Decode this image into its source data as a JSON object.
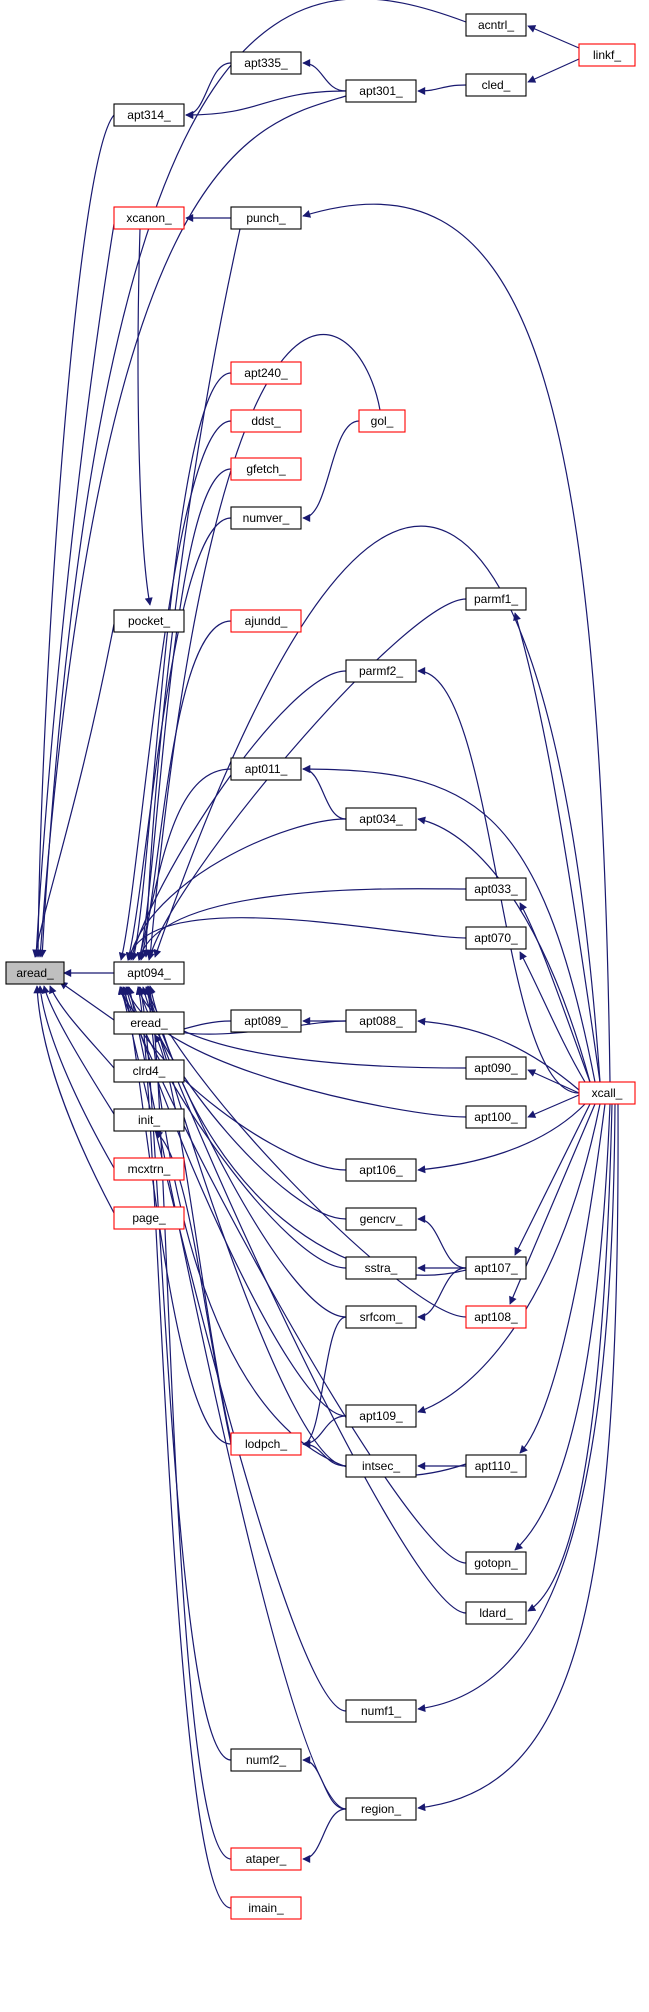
{
  "colors": {
    "edge": "#191970",
    "normal_border": "#000000",
    "truncated_border": "#ff0000",
    "root_fill": "#bfbfbf",
    "fill": "#ffffff"
  },
  "nodes": [
    {
      "id": "aread",
      "label": "aread_",
      "style": "root"
    },
    {
      "id": "acntrl",
      "label": "acntrl_",
      "style": "normal"
    },
    {
      "id": "linkf",
      "label": "linkf_",
      "style": "truncated"
    },
    {
      "id": "apt335",
      "label": "apt335_",
      "style": "normal"
    },
    {
      "id": "apt314",
      "label": "apt314_",
      "style": "normal"
    },
    {
      "id": "apt301",
      "label": "apt301_",
      "style": "normal"
    },
    {
      "id": "cled",
      "label": "cled_",
      "style": "normal"
    },
    {
      "id": "xcanon",
      "label": "xcanon_",
      "style": "truncated"
    },
    {
      "id": "punch",
      "label": "punch_",
      "style": "normal"
    },
    {
      "id": "apt240",
      "label": "apt240_",
      "style": "truncated"
    },
    {
      "id": "ddst",
      "label": "ddst_",
      "style": "truncated"
    },
    {
      "id": "gol",
      "label": "gol_",
      "style": "truncated"
    },
    {
      "id": "gfetch",
      "label": "gfetch_",
      "style": "truncated"
    },
    {
      "id": "numver",
      "label": "numver_",
      "style": "normal"
    },
    {
      "id": "parmf1",
      "label": "parmf1_",
      "style": "normal"
    },
    {
      "id": "pocket",
      "label": "pocket_",
      "style": "normal"
    },
    {
      "id": "ajundd",
      "label": "ajundd_",
      "style": "truncated"
    },
    {
      "id": "parmf2",
      "label": "parmf2_",
      "style": "normal"
    },
    {
      "id": "apt011",
      "label": "apt011_",
      "style": "normal"
    },
    {
      "id": "apt034",
      "label": "apt034_",
      "style": "normal"
    },
    {
      "id": "apt033",
      "label": "apt033_",
      "style": "normal"
    },
    {
      "id": "apt070",
      "label": "apt070_",
      "style": "normal"
    },
    {
      "id": "apt094",
      "label": "apt094_",
      "style": "normal"
    },
    {
      "id": "apt089",
      "label": "apt089_",
      "style": "normal"
    },
    {
      "id": "apt088",
      "label": "apt088_",
      "style": "normal"
    },
    {
      "id": "eread",
      "label": "eread_",
      "style": "normal"
    },
    {
      "id": "apt090",
      "label": "apt090_",
      "style": "normal"
    },
    {
      "id": "xcall",
      "label": "xcall_",
      "style": "truncated"
    },
    {
      "id": "clrd4",
      "label": "clrd4_",
      "style": "normal"
    },
    {
      "id": "apt100",
      "label": "apt100_",
      "style": "normal"
    },
    {
      "id": "init",
      "label": "init_",
      "style": "normal"
    },
    {
      "id": "apt106",
      "label": "apt106_",
      "style": "normal"
    },
    {
      "id": "mcxtrn",
      "label": "mcxtrn_",
      "style": "truncated"
    },
    {
      "id": "gencrv",
      "label": "gencrv_",
      "style": "normal"
    },
    {
      "id": "page",
      "label": "page_",
      "style": "truncated"
    },
    {
      "id": "sstra",
      "label": "sstra_",
      "style": "normal"
    },
    {
      "id": "apt107",
      "label": "apt107_",
      "style": "normal"
    },
    {
      "id": "srfcom",
      "label": "srfcom_",
      "style": "normal"
    },
    {
      "id": "apt108",
      "label": "apt108_",
      "style": "truncated"
    },
    {
      "id": "apt109",
      "label": "apt109_",
      "style": "normal"
    },
    {
      "id": "lodpch",
      "label": "lodpch_",
      "style": "truncated"
    },
    {
      "id": "intsec",
      "label": "intsec_",
      "style": "normal"
    },
    {
      "id": "apt110",
      "label": "apt110_",
      "style": "normal"
    },
    {
      "id": "gotopn",
      "label": "gotopn_",
      "style": "normal"
    },
    {
      "id": "ldard",
      "label": "ldard_",
      "style": "normal"
    },
    {
      "id": "numf1",
      "label": "numf1_",
      "style": "normal"
    },
    {
      "id": "numf2",
      "label": "numf2_",
      "style": "normal"
    },
    {
      "id": "region",
      "label": "region_",
      "style": "normal"
    },
    {
      "id": "ataper",
      "label": "ataper_",
      "style": "truncated"
    },
    {
      "id": "imain",
      "label": "imain_",
      "style": "truncated"
    }
  ],
  "edges": [
    {
      "from": "acntrl",
      "to": "aread"
    },
    {
      "from": "linkf",
      "to": "acntrl"
    },
    {
      "from": "apt314",
      "to": "aread"
    },
    {
      "from": "apt335",
      "to": "apt314"
    },
    {
      "from": "apt301",
      "to": "apt335"
    },
    {
      "from": "apt301",
      "to": "apt314"
    },
    {
      "from": "apt301",
      "to": "aread"
    },
    {
      "from": "cled",
      "to": "apt301"
    },
    {
      "from": "linkf",
      "to": "cled"
    },
    {
      "from": "xcanon",
      "to": "aread"
    },
    {
      "from": "punch",
      "to": "xcanon"
    },
    {
      "from": "xcall",
      "to": "punch"
    },
    {
      "from": "pocket",
      "to": "aread"
    },
    {
      "from": "xcanon",
      "to": "pocket"
    },
    {
      "from": "apt094",
      "to": "aread"
    },
    {
      "from": "punch",
      "to": "apt094"
    },
    {
      "from": "apt240",
      "to": "apt094"
    },
    {
      "from": "ddst",
      "to": "apt094"
    },
    {
      "from": "gol",
      "to": "apt094"
    },
    {
      "from": "gfetch",
      "to": "apt094"
    },
    {
      "from": "numver",
      "to": "apt094"
    },
    {
      "from": "gol",
      "to": "numver"
    },
    {
      "from": "xcall",
      "to": "apt094"
    },
    {
      "from": "parmf1",
      "to": "apt094"
    },
    {
      "from": "xcall",
      "to": "parmf1"
    },
    {
      "from": "ajundd",
      "to": "apt094"
    },
    {
      "from": "parmf2",
      "to": "apt094"
    },
    {
      "from": "xcall",
      "to": "parmf2"
    },
    {
      "from": "apt011",
      "to": "apt094"
    },
    {
      "from": "apt034",
      "to": "apt011"
    },
    {
      "from": "xcall",
      "to": "apt011"
    },
    {
      "from": "apt034",
      "to": "apt094"
    },
    {
      "from": "xcall",
      "to": "apt034"
    },
    {
      "from": "apt033",
      "to": "apt094"
    },
    {
      "from": "xcall",
      "to": "apt033"
    },
    {
      "from": "apt070",
      "to": "apt094"
    },
    {
      "from": "xcall",
      "to": "apt070"
    },
    {
      "from": "apt089",
      "to": "apt094"
    },
    {
      "from": "apt088",
      "to": "apt089"
    },
    {
      "from": "apt088",
      "to": "apt094"
    },
    {
      "from": "xcall",
      "to": "apt088"
    },
    {
      "from": "eread",
      "to": "aread"
    },
    {
      "from": "apt090",
      "to": "apt094"
    },
    {
      "from": "xcall",
      "to": "apt090"
    },
    {
      "from": "clrd4",
      "to": "aread"
    },
    {
      "from": "apt100",
      "to": "apt094"
    },
    {
      "from": "xcall",
      "to": "apt100"
    },
    {
      "from": "init",
      "to": "aread"
    },
    {
      "from": "apt106",
      "to": "apt094"
    },
    {
      "from": "xcall",
      "to": "apt106"
    },
    {
      "from": "mcxtrn",
      "to": "aread"
    },
    {
      "from": "gencrv",
      "to": "apt094"
    },
    {
      "from": "apt107",
      "to": "gencrv"
    },
    {
      "from": "page",
      "to": "aread"
    },
    {
      "from": "sstra",
      "to": "apt094"
    },
    {
      "from": "apt107",
      "to": "sstra"
    },
    {
      "from": "apt107",
      "to": "apt094"
    },
    {
      "from": "xcall",
      "to": "apt107"
    },
    {
      "from": "srfcom",
      "to": "apt094"
    },
    {
      "from": "apt107",
      "to": "srfcom"
    },
    {
      "from": "apt108",
      "to": "apt094"
    },
    {
      "from": "xcall",
      "to": "apt108"
    },
    {
      "from": "apt109",
      "to": "apt094"
    },
    {
      "from": "xcall",
      "to": "apt109"
    },
    {
      "from": "lodpch",
      "to": "apt094"
    },
    {
      "from": "srfcom",
      "to": "lodpch"
    },
    {
      "from": "apt109",
      "to": "lodpch"
    },
    {
      "from": "intsec",
      "to": "lodpch"
    },
    {
      "from": "intsec",
      "to": "apt094"
    },
    {
      "from": "apt110",
      "to": "intsec"
    },
    {
      "from": "apt110",
      "to": "apt094"
    },
    {
      "from": "xcall",
      "to": "apt110"
    },
    {
      "from": "gotopn",
      "to": "apt094"
    },
    {
      "from": "xcall",
      "to": "gotopn"
    },
    {
      "from": "ldard",
      "to": "apt094"
    },
    {
      "from": "xcall",
      "to": "ldard"
    },
    {
      "from": "numf1",
      "to": "apt094"
    },
    {
      "from": "xcall",
      "to": "numf1"
    },
    {
      "from": "numf2",
      "to": "apt094"
    },
    {
      "from": "region",
      "to": "numf2"
    },
    {
      "from": "region",
      "to": "apt094"
    },
    {
      "from": "xcall",
      "to": "region"
    },
    {
      "from": "ataper",
      "to": "apt094"
    },
    {
      "from": "region",
      "to": "ataper"
    },
    {
      "from": "imain",
      "to": "apt094"
    },
    {
      "from": "lodpch",
      "to": "eread"
    },
    {
      "from": "lodpch",
      "to": "init"
    }
  ]
}
